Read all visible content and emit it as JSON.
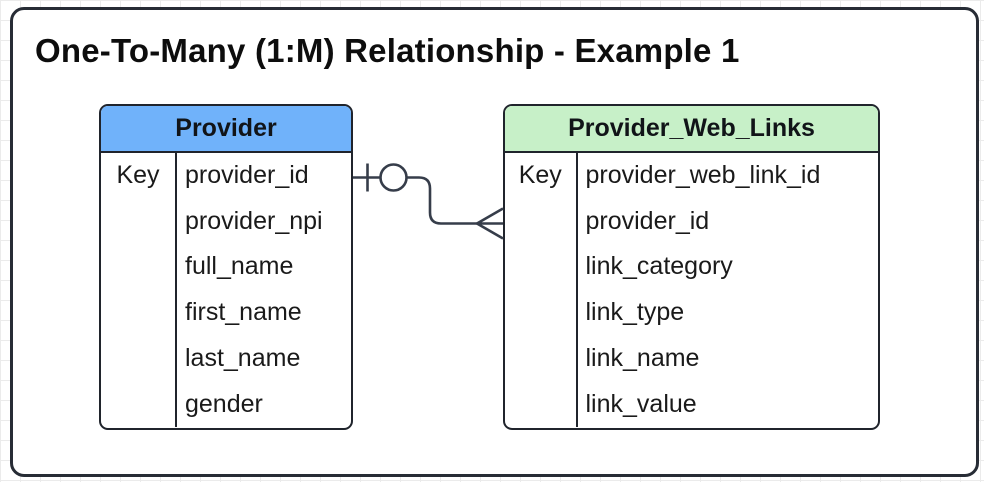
{
  "title": "One-To-Many (1:M) Relationship - Example 1",
  "colors": {
    "provider_header": "#70B2FA",
    "web_links_header": "#C7F0C8",
    "table_border": "#20242C",
    "connector_stroke": "#363D4A",
    "panel_border": "#272C35",
    "grid_line": "#EBEBEB",
    "text": "#1A1A1A"
  },
  "relationship": {
    "type": "one-to-many",
    "cardinality_label": "1:M",
    "from_table": "Provider",
    "from_symbol": "one (tick and ring)",
    "to_table": "Provider_Web_Links",
    "to_symbol": "crow's foot (many)"
  },
  "tables": [
    {
      "name": "Provider",
      "key_label": "Key",
      "header_color": "#70B2FA",
      "fields": [
        "provider_id",
        "provider_npi",
        "full_name",
        "first_name",
        "last_name",
        "gender"
      ]
    },
    {
      "name": "Provider_Web_Links",
      "key_label": "Key",
      "header_color": "#C7F0C8",
      "fields": [
        "provider_web_link_id",
        "provider_id",
        "link_category",
        "link_type",
        "link_name",
        "link_value"
      ]
    }
  ]
}
